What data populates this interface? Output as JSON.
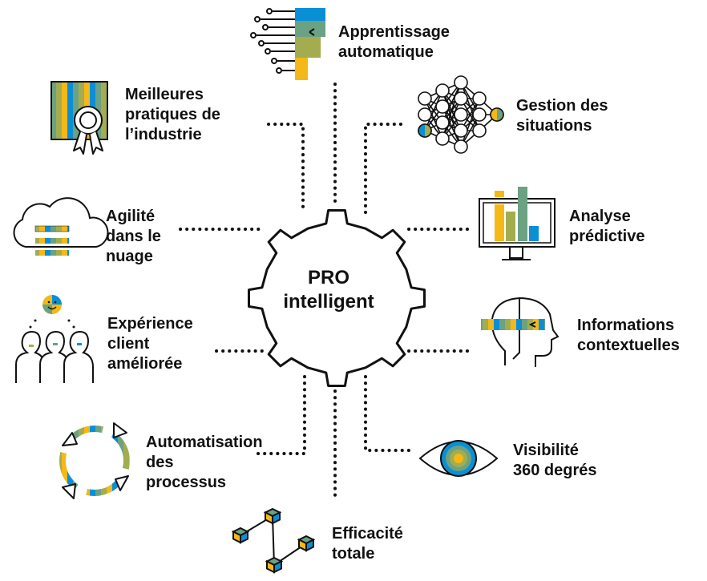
{
  "center": {
    "line1": "PRO",
    "line2": "intelligent"
  },
  "colors": {
    "blue": "#0a8fd6",
    "green": "#6aa283",
    "olive": "#a3ad4f",
    "yellow": "#f4b818",
    "ink": "#111111"
  },
  "items": [
    {
      "id": "apprentissage",
      "icon": "robot-head-icon",
      "lines": [
        "Apprentissage",
        "automatique"
      ]
    },
    {
      "id": "meilleures",
      "icon": "certificate-icon",
      "lines": [
        "Meilleures",
        "pratiques de",
        "l’industrie"
      ]
    },
    {
      "id": "gestion",
      "icon": "neural-network-icon",
      "lines": [
        "Gestion des",
        "situations"
      ]
    },
    {
      "id": "agilite",
      "icon": "cloud-icon",
      "lines": [
        "Agilité",
        "dans le",
        "nuage"
      ]
    },
    {
      "id": "analyse",
      "icon": "monitor-chart-icon",
      "lines": [
        "Analyse",
        "prédictive"
      ]
    },
    {
      "id": "experience",
      "icon": "customers-icon",
      "lines": [
        "Expérience",
        "client",
        "améliorée"
      ]
    },
    {
      "id": "informations",
      "icon": "head-profile-icon",
      "lines": [
        "Informations",
        "contextuelles"
      ]
    },
    {
      "id": "automatisation",
      "icon": "cycle-arrows-icon",
      "lines": [
        "Automatisation",
        "des",
        "processus"
      ]
    },
    {
      "id": "visibilite",
      "icon": "eye-icon",
      "lines": [
        "Visibilité",
        "360 degrés"
      ]
    },
    {
      "id": "efficacite",
      "icon": "connected-cubes-icon",
      "lines": [
        "Efficacité",
        "totale"
      ]
    }
  ]
}
